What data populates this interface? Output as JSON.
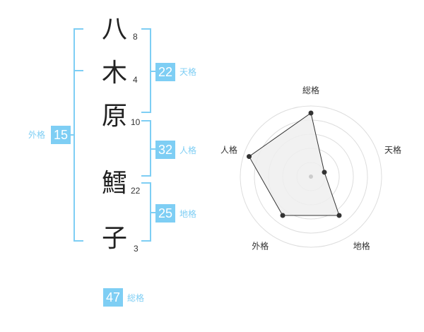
{
  "name": {
    "chars": [
      {
        "char": "八",
        "strokes": "8"
      },
      {
        "char": "木",
        "strokes": "4"
      },
      {
        "char": "原",
        "strokes": "10"
      },
      {
        "char": "鱈",
        "strokes": "22"
      },
      {
        "char": "子",
        "strokes": "3"
      }
    ]
  },
  "fortune": {
    "tenkaku": {
      "value": "22",
      "label": "天格"
    },
    "jinkaku": {
      "value": "32",
      "label": "人格"
    },
    "chikaku": {
      "value": "25",
      "label": "地格"
    },
    "gaikaku": {
      "value": "15",
      "label": "外格"
    },
    "soukaku": {
      "value": "47",
      "label": "総格"
    }
  },
  "colors": {
    "accent": "#7ecef4",
    "text": "#222222",
    "radar_fill": "#eeeeee",
    "radar_stroke": "#333333"
  },
  "chart_data": {
    "type": "radar",
    "axes": [
      "総格",
      "天格",
      "地格",
      "外格",
      "人格"
    ],
    "values": [
      4.5,
      1,
      3.4,
      3.4,
      4.6
    ],
    "max": 5,
    "rings": 5
  }
}
